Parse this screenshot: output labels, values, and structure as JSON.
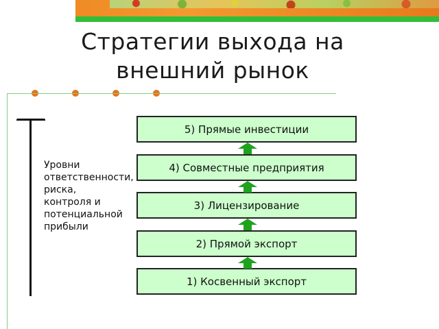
{
  "title": {
    "line1": "Стратегии выхода на",
    "line2": "внешний рынок"
  },
  "side_label": {
    "lines": [
      "Уровни",
      "ответственности,",
      "риска,",
      "контроля и",
      "потенциальной",
      "прибыли"
    ]
  },
  "levels": [
    {
      "label": "5) Прямые инвестиции"
    },
    {
      "label": "4) Совместные предприятия"
    },
    {
      "label": "3) Лицензирование"
    },
    {
      "label": "2) Прямой экспорт"
    },
    {
      "label": "1) Косвенный экспорт"
    }
  ],
  "colors": {
    "box_fill": "#ccffcc",
    "arrow_green": "#1fa31f",
    "accent_orange": "#e6741e",
    "header_green": "#2fbf3a"
  }
}
